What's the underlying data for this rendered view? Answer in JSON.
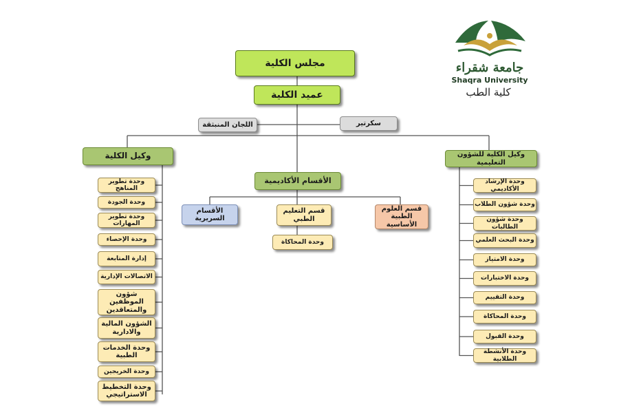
{
  "logo": {
    "arabic_name": "جامعة شقراء",
    "english_name": "Shaqra University",
    "college": "كلية الطب"
  },
  "diagram": {
    "council": "مجلس الكلية",
    "dean": "عميد الكلية",
    "committees": "اللجان المنبثقة",
    "secretary": "سكرتير",
    "vice_dean": "وكيل الكلية",
    "vice_dean_education": "وكيل الكلية للشؤون التعليمية",
    "academic_departments": "الأقسام الأكاديمية",
    "clinical_departments": "الأقسام السريرية",
    "medical_education": "قسم التعليم الطبي",
    "basic_sciences": "قسم العلوم الطبية الأساسية",
    "simulation_unit": "وحدة المحاكاة",
    "vice_dean_units": [
      "وحدة تطوير المناهج",
      "وحدة الجودة",
      "وحدة تطوير المهارات",
      "وحدة الإحصاء",
      "إدارة المتابعة",
      "الاتصالات الإدارية",
      "شؤون الموظفين والمتعاقدين",
      "الشؤون المالية والادارية",
      "وحدة الخدمات الطبية",
      "وحدة الخريجين",
      "وحدة التخطيط الاستراتيجي"
    ],
    "education_units": [
      "وحدة الإرشاد الأكاديمي",
      "وحدة شؤون الطلاب",
      "وحدة شؤون الطالبات",
      "وحدة البحث العلمي",
      "وحدة الامتياز",
      "وحدة الاختبارات",
      "وحدة التقييم",
      "وحدة المحاكاة",
      "وحدة القبول",
      "وحدة الأنشطة الطلابية"
    ]
  }
}
